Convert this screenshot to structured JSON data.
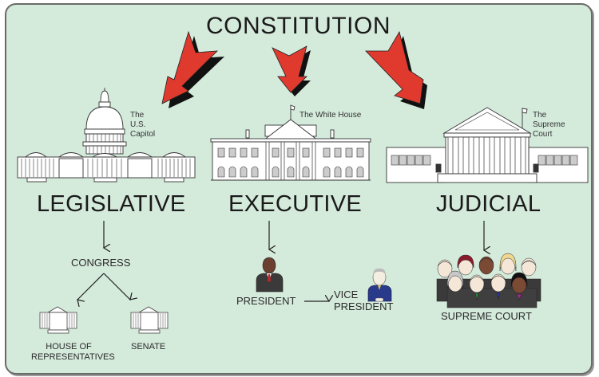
{
  "diagram": {
    "title": "CONSTITUTION",
    "colors": {
      "background": "#d4eadb",
      "border": "#6a6a6a",
      "arrow_red": "#e03a2e",
      "text": "#1a1a1a"
    },
    "branches": [
      {
        "name": "LEGISLATIVE",
        "building_label": [
          "The",
          "U.S.",
          "Capitol"
        ],
        "body": "CONGRESS",
        "sub_bodies": [
          {
            "label_lines": [
              "HOUSE OF",
              "REPRESENTATIVES"
            ]
          },
          {
            "label_lines": [
              "SENATE"
            ]
          }
        ]
      },
      {
        "name": "EXECUTIVE",
        "building_label": [
          "The White House"
        ],
        "body": "PRESIDENT",
        "successor_lines": [
          "VICE",
          "PRESIDENT"
        ]
      },
      {
        "name": "JUDICIAL",
        "building_label": [
          "The",
          "Supreme",
          "Court"
        ],
        "body": "SUPREME COURT"
      }
    ]
  }
}
